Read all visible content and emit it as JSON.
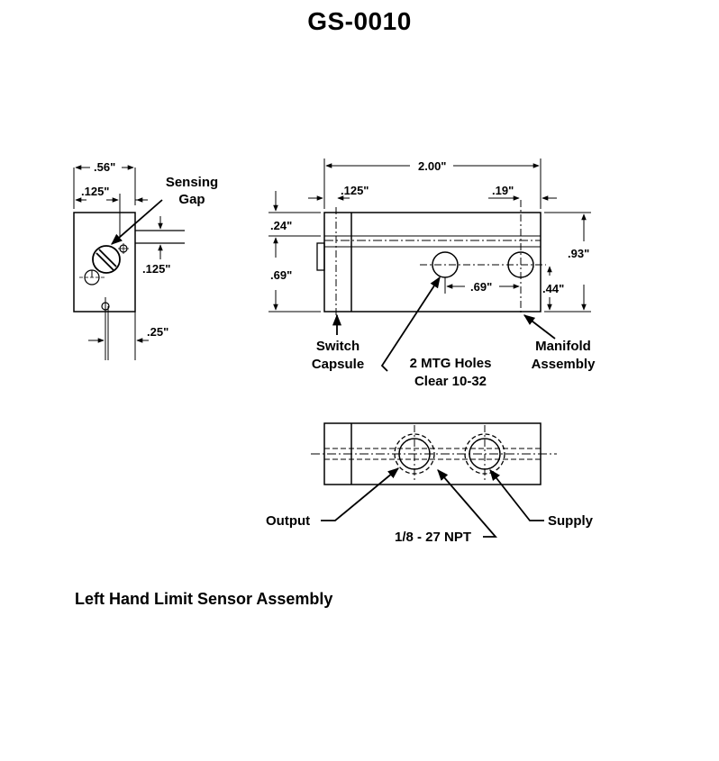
{
  "title": "GS-0010",
  "caption": "Left Hand Limit Sensor Assembly",
  "side_view": {
    "width_dim": ".56\"",
    "offset_dim": ".125\"",
    "gap_dim": ".125\"",
    "port_dim": ".25\"",
    "sensing_gap_label": [
      "Sensing",
      "Gap"
    ]
  },
  "front_view": {
    "length_dim": "2.00\"",
    "left_dim": ".125\"",
    "right_dim": ".19\"",
    "top_dim": ".24\"",
    "body_dim": ".69\"",
    "height_dim": ".93\"",
    "hole_height_dim": ".44\"",
    "hole_spacing_dim": ".69\"",
    "switch_label": [
      "Switch",
      "Capsule"
    ],
    "holes_label": [
      "2 MTG Holes",
      "Clear 10-32"
    ],
    "manifold_label": [
      "Manifold",
      "Assembly"
    ]
  },
  "bottom_view": {
    "output_label": "Output",
    "supply_label": "Supply",
    "npt_label": "1/8 - 27 NPT"
  }
}
